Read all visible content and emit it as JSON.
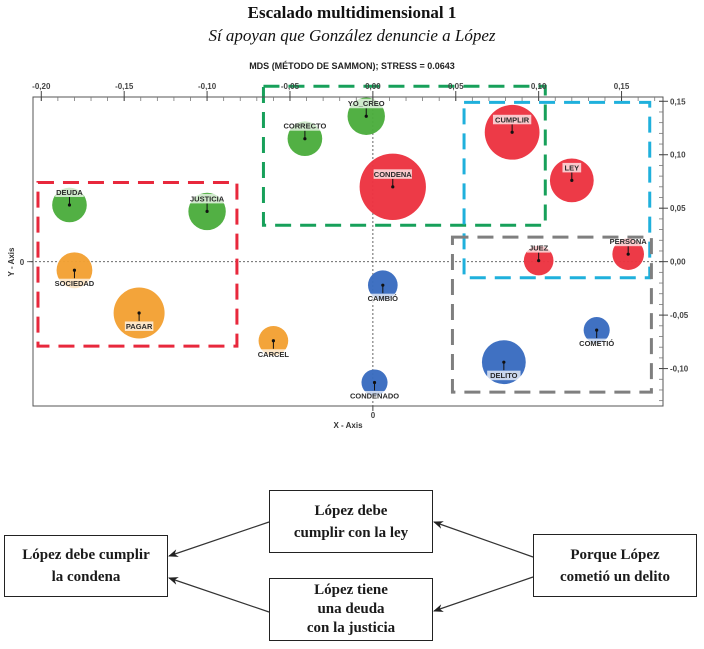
{
  "header": {
    "title": "Escalado multidimensional 1",
    "subtitle": "Sí apoyan que González denuncie a López"
  },
  "chart_data": {
    "type": "scatter",
    "variant": "bubble",
    "title": "MDS (MÉTODO DE SAMMON); STRESS = 0.0643",
    "xlabel": "X - Axis",
    "ylabel": "Y - Axis",
    "xlim": [
      -0.205,
      0.175
    ],
    "ylim": [
      -0.135,
      0.154
    ],
    "grid": false,
    "x_ticks": [
      {
        "value": -0.2,
        "label": "-0,20"
      },
      {
        "value": -0.15,
        "label": "-0,15"
      },
      {
        "value": -0.1,
        "label": "-0,10"
      },
      {
        "value": -0.05,
        "label": "-0,05"
      },
      {
        "value": 0.0,
        "label": "0,00"
      },
      {
        "value": 0.05,
        "label": "0,05"
      },
      {
        "value": 0.1,
        "label": "0,10"
      },
      {
        "value": 0.15,
        "label": "0,15"
      }
    ],
    "x_ticks_position": "top",
    "y_ticks": [
      {
        "value": 0.15,
        "label": "0,15"
      },
      {
        "value": 0.1,
        "label": "0,10"
      },
      {
        "value": 0.05,
        "label": "0,05"
      },
      {
        "value": 0.0,
        "label": "0,00"
      },
      {
        "value": -0.05,
        "label": "-0,05"
      },
      {
        "value": -0.1,
        "label": "-0,10"
      }
    ],
    "y_ticks_position": "right",
    "minor_tick_step": 0.01,
    "zero_labels": {
      "x": "0",
      "y": "0"
    },
    "reference_lines": {
      "x": 0,
      "y": 0,
      "style": "dotted"
    },
    "group_colors": {
      "green": "#4cad3e",
      "orange": "#f3a134",
      "red": "#ec3441",
      "blue": "#3a6cc0"
    },
    "points": [
      {
        "label": "DEUDA",
        "x": -0.183,
        "y": 0.053,
        "size": 3.0,
        "group": "green",
        "label_pos": "above"
      },
      {
        "label": "JUSTICIA",
        "x": -0.1,
        "y": 0.047,
        "size": 3.5,
        "group": "green",
        "label_pos": "above"
      },
      {
        "label": "SOCIEDAD",
        "x": -0.18,
        "y": -0.008,
        "size": 3.2,
        "group": "orange",
        "label_pos": "below"
      },
      {
        "label": "PAGAR",
        "x": -0.141,
        "y": -0.048,
        "size": 6.5,
        "group": "orange",
        "label_pos": "below"
      },
      {
        "label": "CORRECTO",
        "x": -0.041,
        "y": 0.115,
        "size": 3.0,
        "group": "green",
        "label_pos": "above"
      },
      {
        "label": "YO_CREO",
        "x": -0.004,
        "y": 0.136,
        "size": 3.5,
        "group": "green",
        "label_pos": "above"
      },
      {
        "label": "CONDENA",
        "x": 0.012,
        "y": 0.07,
        "size": 11.0,
        "group": "red",
        "label_pos": "above"
      },
      {
        "label": "CUMPLIR",
        "x": 0.084,
        "y": 0.121,
        "size": 7.5,
        "group": "red",
        "label_pos": "above"
      },
      {
        "label": "LEY",
        "x": 0.12,
        "y": 0.076,
        "size": 4.8,
        "group": "red",
        "label_pos": "above"
      },
      {
        "label": "JUEZ",
        "x": 0.1,
        "y": 0.001,
        "size": 2.2,
        "group": "red",
        "label_pos": "above"
      },
      {
        "label": "PERSONA",
        "x": 0.154,
        "y": 0.007,
        "size": 2.5,
        "group": "red",
        "label_pos": "above"
      },
      {
        "label": "CAMBIÓ",
        "x": 0.006,
        "y": -0.022,
        "size": 2.2,
        "group": "blue",
        "label_pos": "below"
      },
      {
        "label": "CARCEL",
        "x": -0.06,
        "y": -0.074,
        "size": 2.2,
        "group": "orange",
        "label_pos": "below"
      },
      {
        "label": "CONDENADO",
        "x": 0.001,
        "y": -0.113,
        "size": 1.7,
        "group": "blue",
        "label_pos": "below"
      },
      {
        "label": "DELITO",
        "x": 0.079,
        "y": -0.094,
        "size": 4.8,
        "group": "blue",
        "label_pos": "below"
      },
      {
        "label": "COMETIÓ",
        "x": 0.135,
        "y": -0.064,
        "size": 1.7,
        "group": "blue",
        "label_pos": "below"
      }
    ],
    "clusters": [
      {
        "id": "red",
        "color": "#e8283c",
        "x": [
          -0.202,
          -0.082
        ],
        "y": [
          -0.079,
          0.074
        ]
      },
      {
        "id": "green",
        "color": "#17a05a",
        "x": [
          -0.066,
          0.104
        ],
        "y": [
          0.034,
          0.164
        ]
      },
      {
        "id": "cyan",
        "color": "#1fb0dc",
        "x": [
          0.055,
          0.167
        ],
        "y": [
          -0.015,
          0.149
        ]
      },
      {
        "id": "gray",
        "color": "#7f7f7f",
        "x": [
          0.048,
          0.168
        ],
        "y": [
          -0.122,
          0.023
        ]
      }
    ]
  },
  "diagram": {
    "nodes": [
      {
        "id": "condena",
        "lines": [
          "López debe cumplir",
          "la condena"
        ]
      },
      {
        "id": "ley",
        "lines": [
          "López debe",
          "cumplir con la ley"
        ]
      },
      {
        "id": "deuda",
        "lines": [
          "López tiene",
          "una deuda",
          "con la justicia"
        ]
      },
      {
        "id": "delito",
        "lines": [
          "Porque López",
          "cometió un delito"
        ]
      }
    ],
    "edges": [
      {
        "from": "ley",
        "to": "condena"
      },
      {
        "from": "deuda",
        "to": "condena"
      },
      {
        "from": "delito",
        "to": "ley"
      },
      {
        "from": "delito",
        "to": "deuda"
      }
    ]
  }
}
